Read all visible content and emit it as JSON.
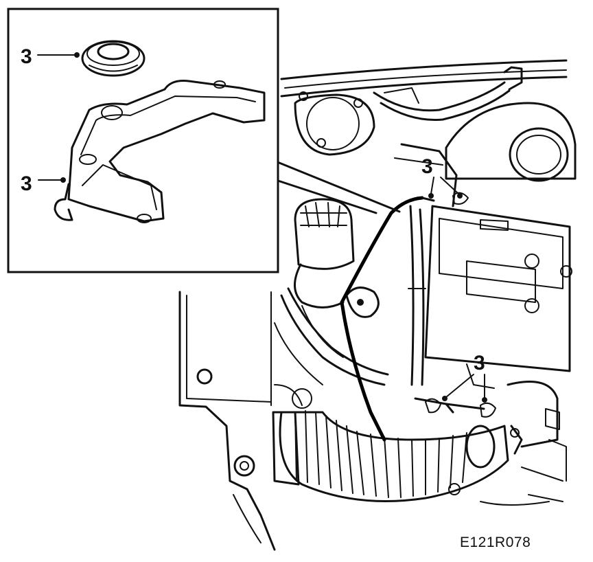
{
  "figure": {
    "code": "E121R078"
  },
  "inset": {
    "callouts": [
      "3",
      "3"
    ],
    "parts": [
      "rubber-grommet",
      "wiring-bracket"
    ]
  },
  "engine_bay": {
    "callouts": [
      "3",
      "3"
    ]
  },
  "colors": {
    "ink": "#111111",
    "paper": "#ffffff"
  }
}
